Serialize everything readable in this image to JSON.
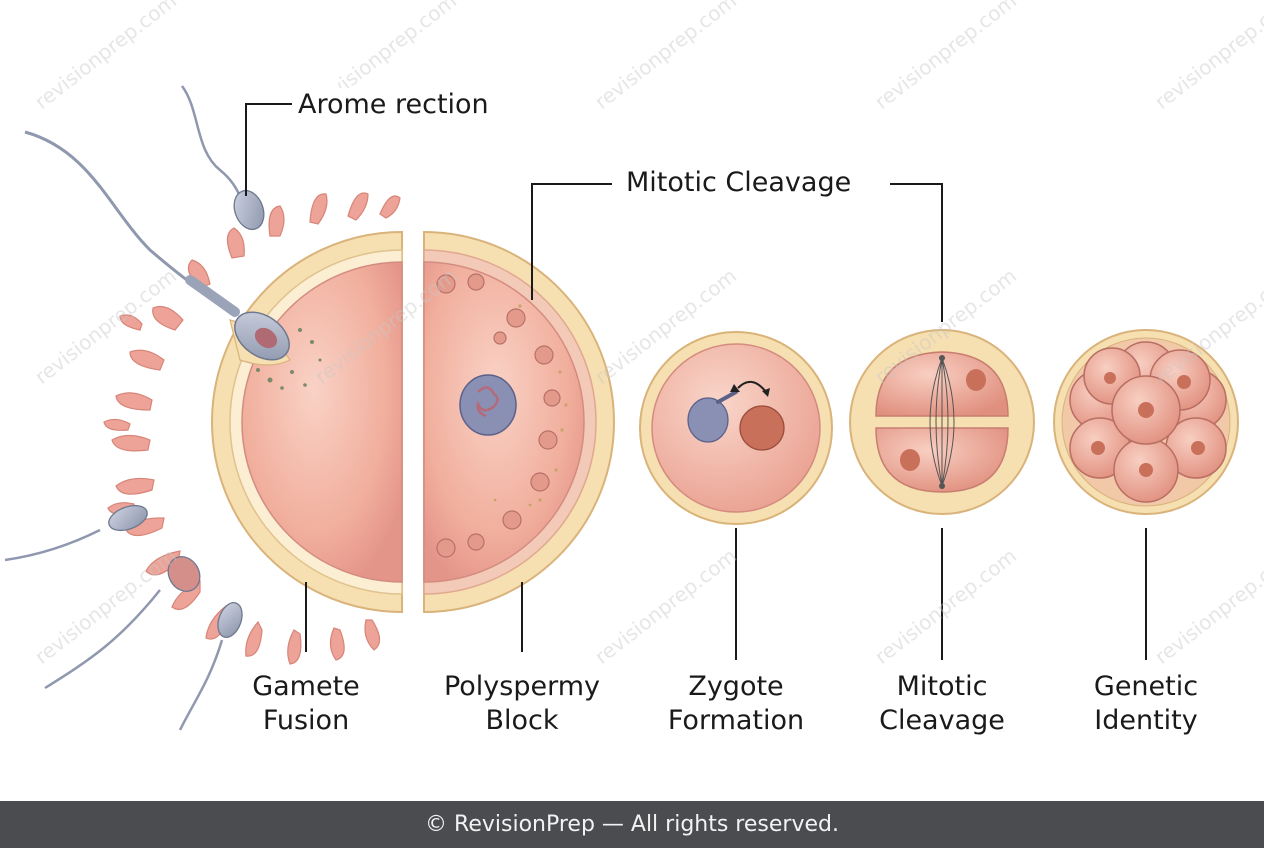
{
  "labels": {
    "acrosome": "Arome  rection",
    "mitotic_top": "Mitotic Cleavage",
    "gamete_fusion": [
      "Gamete",
      "Fusion"
    ],
    "polyspermy_block": [
      "Polyspermy",
      "Block"
    ],
    "zygote_formation": [
      "Zygote",
      "Formation"
    ],
    "mitotic_cleavage": [
      "Mitotic",
      "Cleavage"
    ],
    "genetic_identity": [
      "Genetic",
      "Identity"
    ]
  },
  "watermark": "revisionprep.com",
  "footer": "© RevisionPrep — All rights reserved.",
  "colors": {
    "cytoplasm": "#f0b0a0",
    "zona": "#f6dfb0",
    "zona_edge": "#d9b37a",
    "villi": "#e89a8e",
    "sperm": "#9aa3b8",
    "nucleus": "#c98070",
    "footer_bg": "#4a4c50"
  }
}
